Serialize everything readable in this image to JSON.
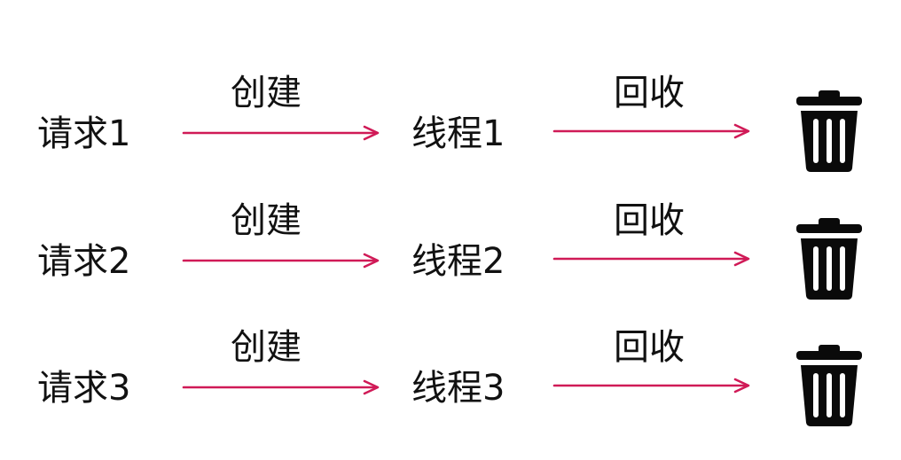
{
  "colors": {
    "arrow": "#d01a57",
    "text": "#111111",
    "icon": "#0a0a0a"
  },
  "icons": {
    "recycle_target": "trash-bin-icon"
  },
  "rows": [
    {
      "request": "请求1",
      "create": "创建",
      "thread": "线程1",
      "recycle": "回收"
    },
    {
      "request": "请求2",
      "create": "创建",
      "thread": "线程2",
      "recycle": "回收"
    },
    {
      "request": "请求3",
      "create": "创建",
      "thread": "线程3",
      "recycle": "回收"
    }
  ]
}
